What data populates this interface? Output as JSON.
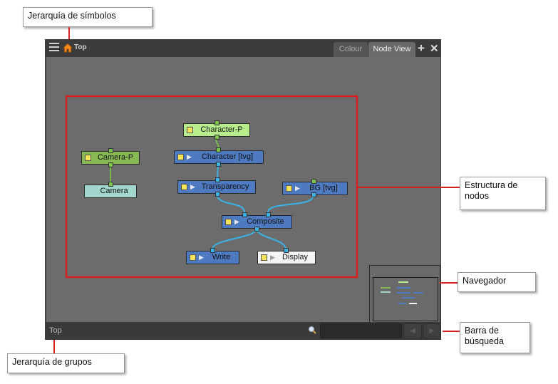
{
  "callouts": {
    "symbol_hierarchy": "Jerarquía de símbolos",
    "node_structure_line1": "Estructura de",
    "node_structure_line2": "nodos",
    "navigator": "Navegador",
    "search_bar_line1": "Barra de",
    "search_bar_line2": "búsqueda",
    "group_hierarchy": "Jerarquía de grupos"
  },
  "panel": {
    "breadcrumb": "Top",
    "tabs": [
      "Colour",
      "Node View"
    ],
    "active_tab": "Node View",
    "status_breadcrumb": "Top",
    "search_value": ""
  },
  "nodes": {
    "camera_p": "Camera-P",
    "camera": "Camera",
    "character_p": "Character-P",
    "character": "Character  [tvg]",
    "transparency": "Transparency",
    "bg": "BG  [tvg]",
    "composite": "Composite",
    "write": "Write",
    "display": "Display"
  },
  "icons": [
    "menu-icon",
    "home-icon",
    "add-icon",
    "close-icon",
    "search-icon",
    "prev-arrow-icon",
    "next-arrow-icon",
    "play-arrow-icon"
  ],
  "colors": {
    "callout_line": "#d42020",
    "node_peg": "#88b854",
    "node_camera": "#a2d6cc",
    "node_drawing": "#4d7ac0",
    "node_display": "#f5f5f5",
    "port_green": "#7cc34a",
    "port_blue": "#3ab3e6",
    "canvas": "#6c6c6c"
  }
}
